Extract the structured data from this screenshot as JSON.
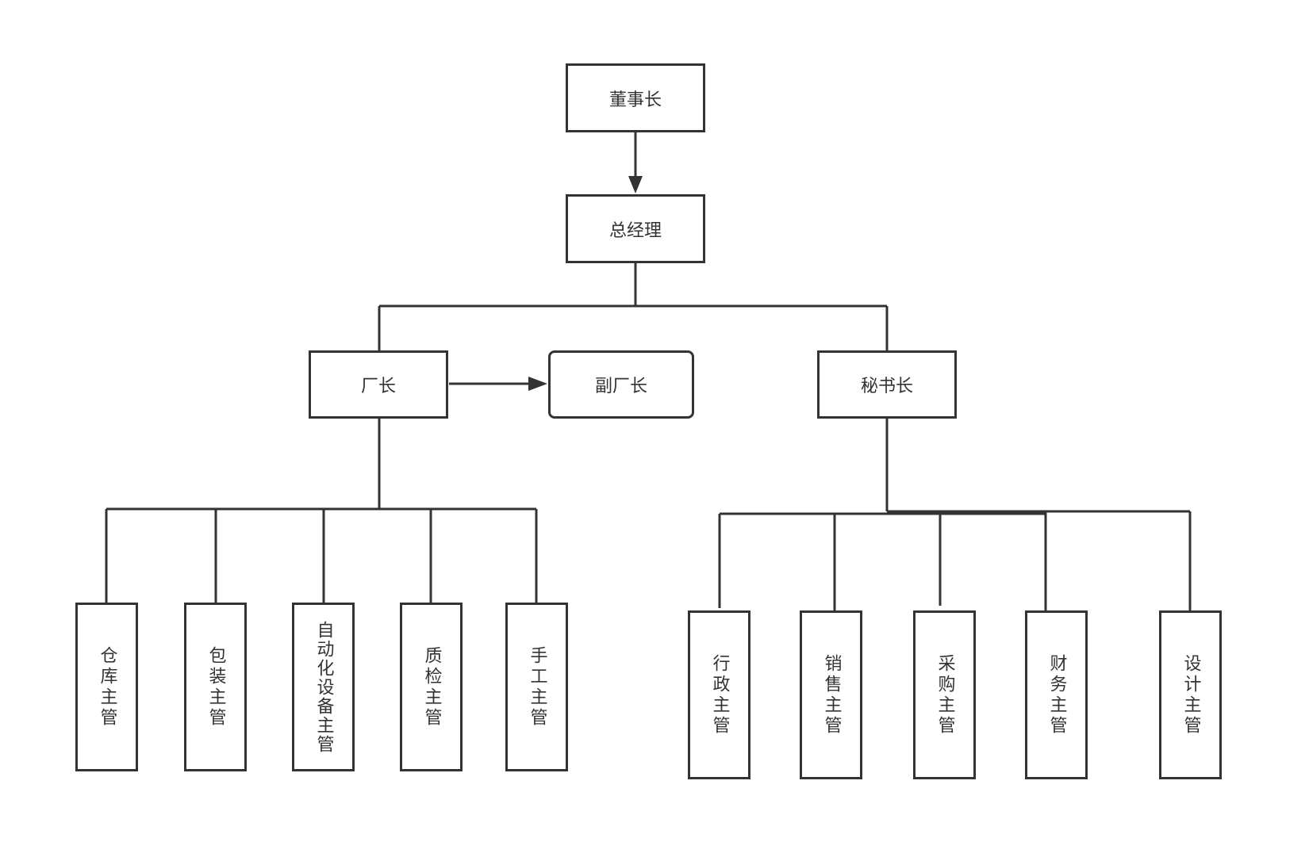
{
  "nodes": {
    "chairman": "董事长",
    "general_manager": "总经理",
    "factory_director": "厂长",
    "deputy_factory_director": "副厂长",
    "secretary_general": "秘书长",
    "warehouse_supervisor": "仓库主管",
    "packaging_supervisor": "包装主管",
    "automation_equipment_supervisor": "自动化设备主管",
    "quality_inspection_supervisor": "质检主管",
    "manual_work_supervisor": "手工主管",
    "administration_supervisor": "行政主管",
    "sales_supervisor": "销售主管",
    "purchasing_supervisor": "采购主管",
    "finance_supervisor": "财务主管",
    "design_supervisor": "设计主管"
  }
}
